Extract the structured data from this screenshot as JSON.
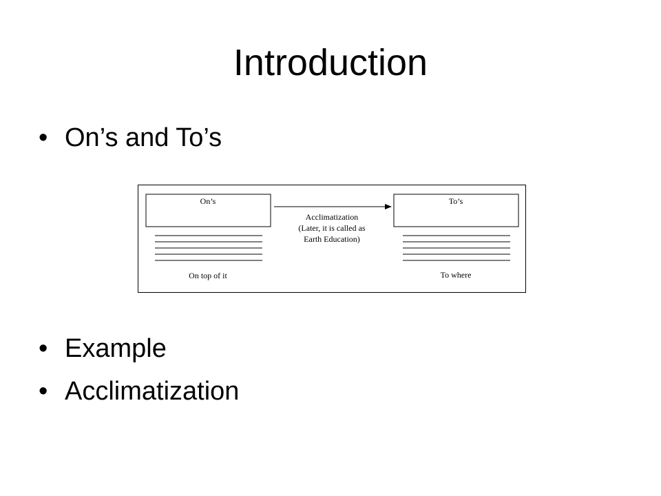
{
  "slide": {
    "title": "Introduction",
    "bullets": [
      "On’s and To’s",
      "Example",
      "Acclimatization"
    ],
    "bullet_glyph": "•"
  },
  "diagram": {
    "left_box_label": "On’s",
    "right_box_label": "To’s",
    "center_lines": [
      "Acclimatization",
      "(Later, it is called as",
      "Earth  Education)"
    ],
    "left_caption": "On top of it",
    "right_caption": "To where"
  }
}
